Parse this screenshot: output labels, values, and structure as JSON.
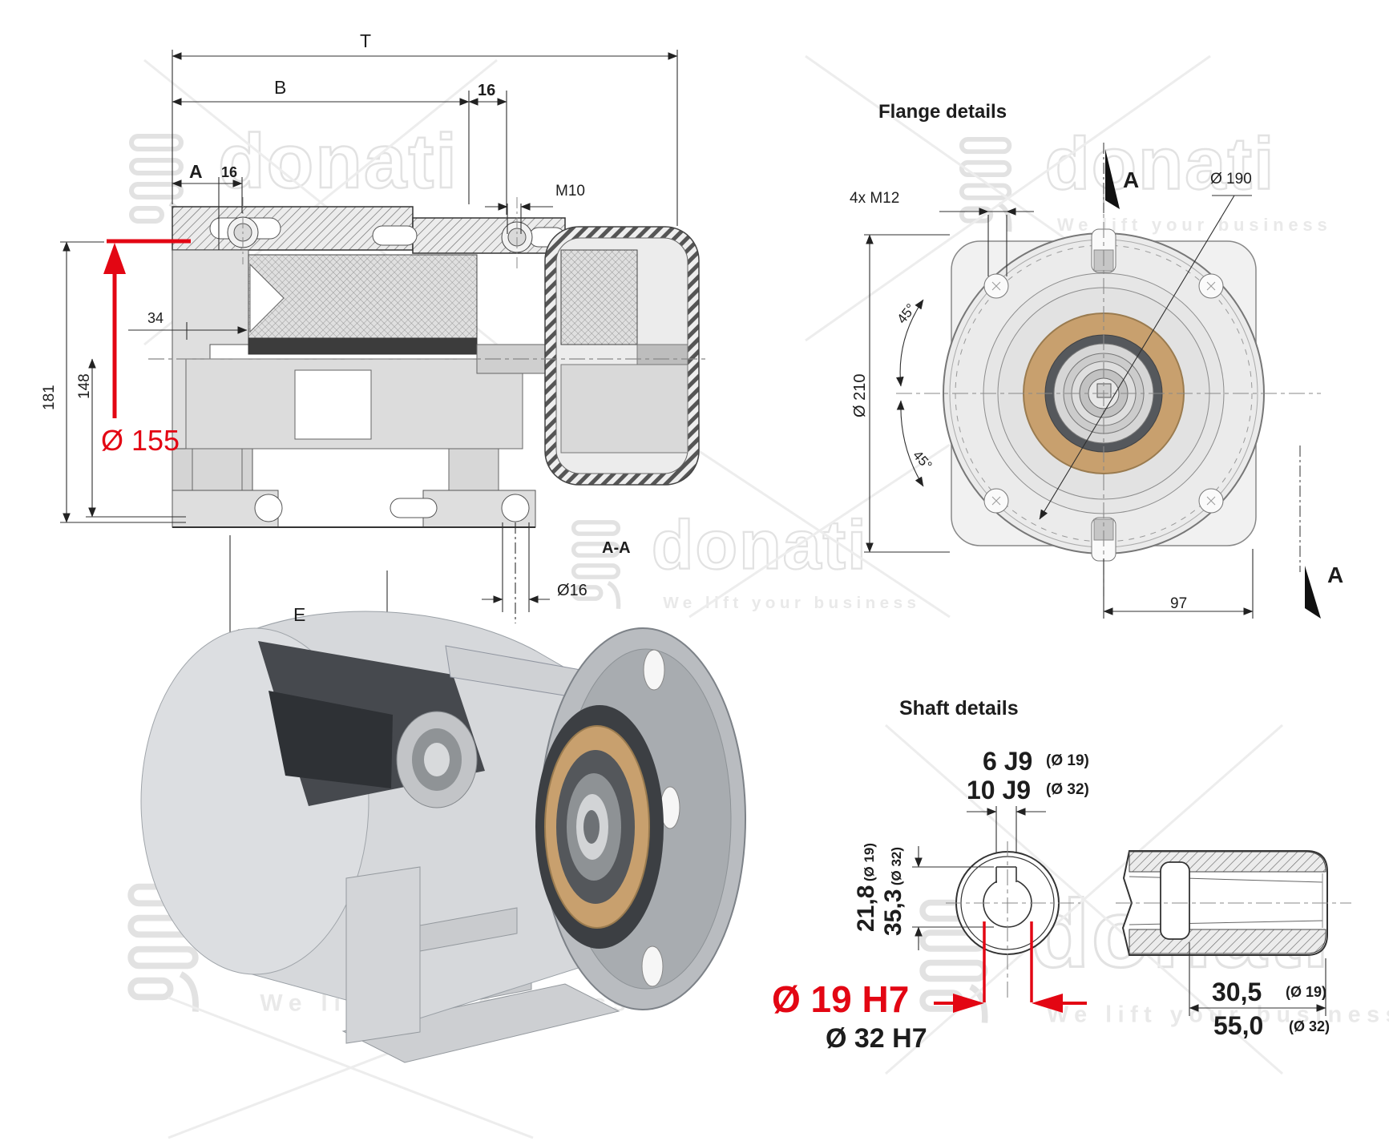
{
  "watermark": {
    "brand": "donati",
    "tagline": "We lift your business"
  },
  "section_view": {
    "dim_t": "T",
    "dim_b": "B",
    "dim_16_top": "16",
    "dim_a": "A",
    "dim_16_a": "16",
    "thread_label": "M10",
    "dim_34": "34",
    "dim_181": "181",
    "dim_148": "148",
    "drum_diameter": "Ø 155",
    "dim_e": "E",
    "foot_hole_diameter": "Ø16",
    "section_label": "A-A"
  },
  "flange_view": {
    "title": "Flange details",
    "bolt_spec": "4x M12",
    "bolt_circle_diameter": "Ø 190",
    "flange_diameter": "Ø 210",
    "angle_upper": "45°",
    "angle_lower": "45°",
    "dim_width": "97",
    "section_marker": "A"
  },
  "shaft_view": {
    "title": "Shaft details",
    "key_width_d19": "6 J9",
    "key_width_d19_ref": "(Ø 19)",
    "key_width_d32": "10 J9",
    "key_width_d32_ref": "(Ø 32)",
    "key_height_d19": "21,8",
    "key_height_d19_ref": "(Ø 19)",
    "key_height_d32": "35,3",
    "key_height_d32_ref": "(Ø 32)",
    "bore_d19": "Ø 19 H7",
    "bore_d32": "Ø 32 H7",
    "key_length_d19": "30,5",
    "key_length_d19_ref": "(Ø 19)",
    "key_length_d32": "55,0",
    "key_length_d32_ref": "(Ø 32)"
  },
  "colors": {
    "highlight": "#e30613",
    "bronze": "#c8a06e",
    "metal_light": "#d6d8db",
    "line": "#333333"
  }
}
